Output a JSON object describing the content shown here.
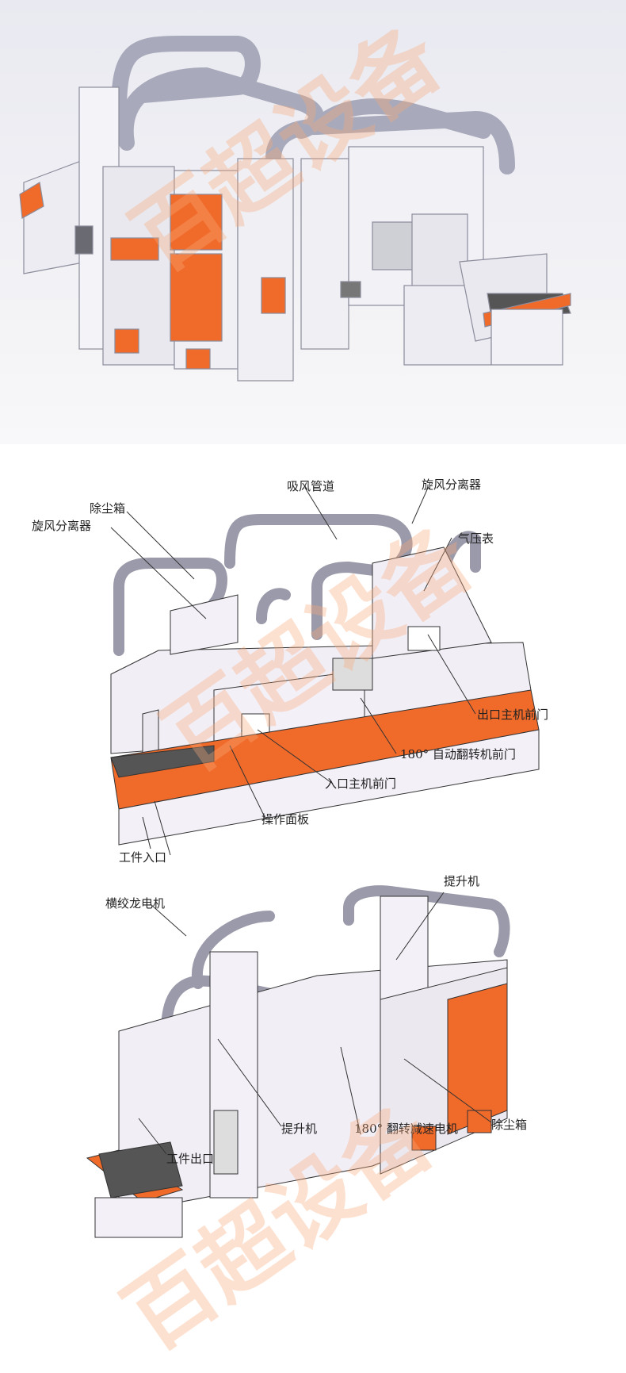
{
  "watermark": "百超设备",
  "drawing_a": {
    "labels": {
      "dust_box": "除尘箱",
      "cyclone_left": "旋风分离器",
      "suction_duct": "吸风管道",
      "cyclone_right": "旋风分离器",
      "pressure_gauge": "气压表",
      "exit_main_door": "出口主机前门",
      "flip_front_door": "180° 自动翻转机前门",
      "entry_main_door": "入口主机前门",
      "control_panel": "操作面板",
      "workpiece_inlet": "工件入口"
    }
  },
  "drawing_b": {
    "labels": {
      "elevator_top": "提升机",
      "auger_motor": "横绞龙电机",
      "elevator_bottom": "提升机",
      "flip_motor": "180° 翻转减速电机",
      "dust_box": "除尘箱",
      "workpiece_outlet": "工件出口"
    }
  },
  "colors": {
    "orange": "#f06a2a",
    "body": "#f2eef6",
    "pipe": "#b8b8c8",
    "line": "#333333"
  }
}
